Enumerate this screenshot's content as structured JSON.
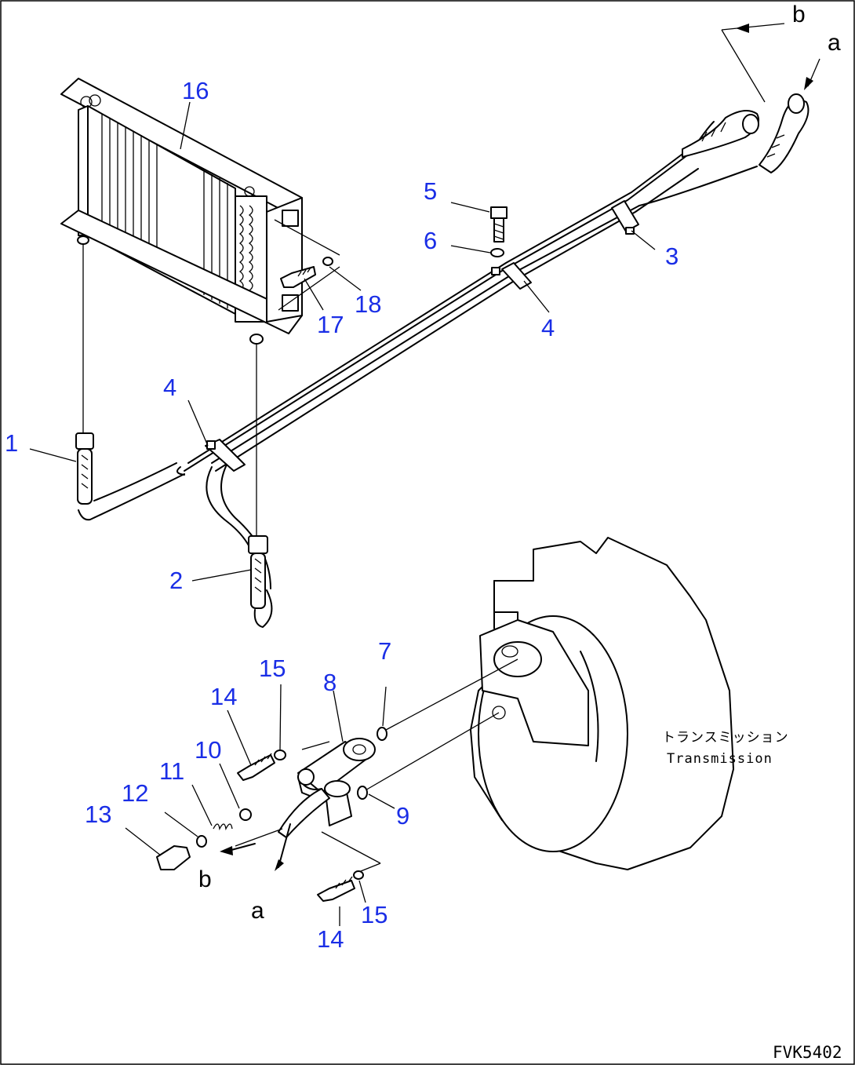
{
  "callouts": {
    "c1": "1",
    "c2": "2",
    "c3": "3",
    "c4a": "4",
    "c4b": "4",
    "c5": "5",
    "c6": "6",
    "c7": "7",
    "c8": "8",
    "c9": "9",
    "c10": "10",
    "c11": "11",
    "c12": "12",
    "c13": "13",
    "c14a": "14",
    "c14b": "14",
    "c15a": "15",
    "c15b": "15",
    "c16": "16",
    "c17": "17",
    "c18": "18"
  },
  "connection_letters": {
    "a_top": "a",
    "b_top": "b",
    "a_bottom": "a",
    "b_bottom": "b"
  },
  "transmission_label_jp": "トランスミッション",
  "transmission_label_en": "Transmission",
  "drawing_code": "FVK5402",
  "colors": {
    "callout": "#1a2ee6",
    "line": "#000000",
    "background": "#ffffff"
  }
}
